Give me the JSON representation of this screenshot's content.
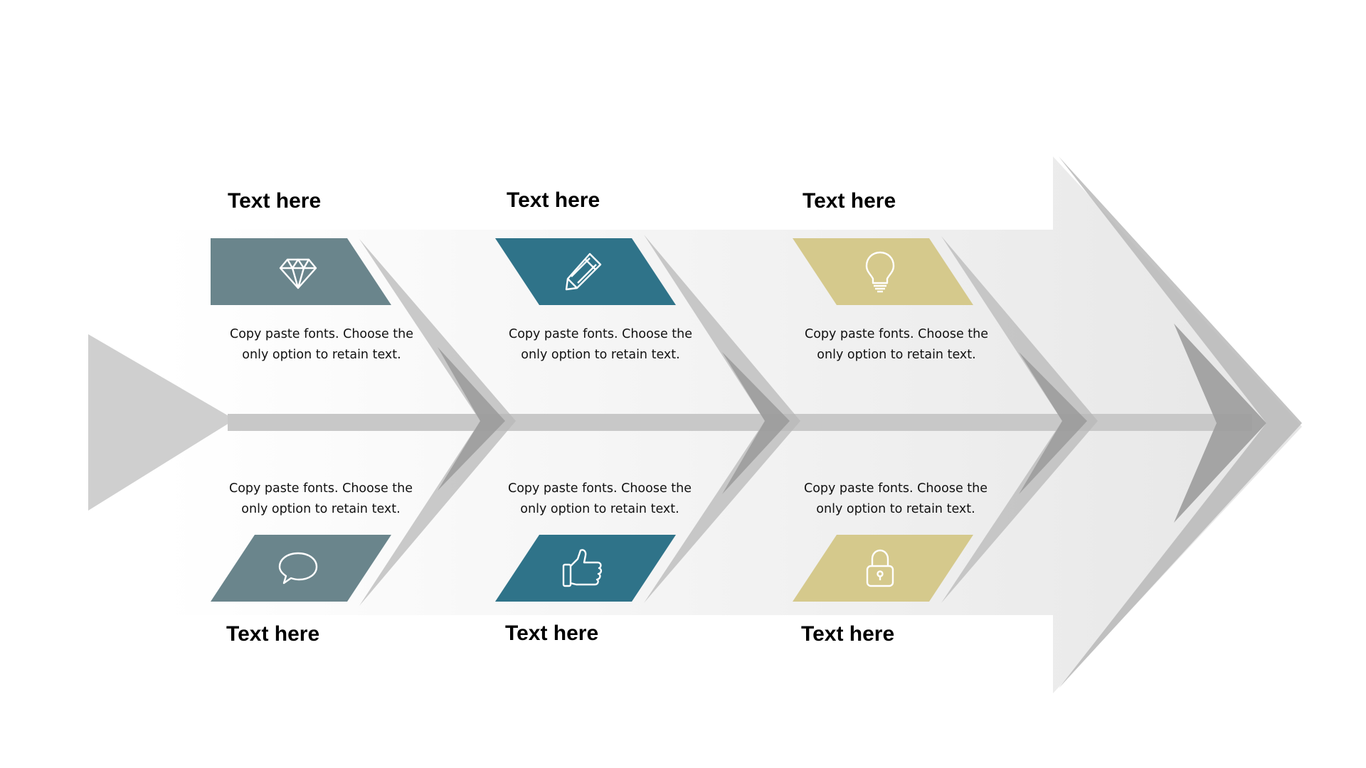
{
  "colors": {
    "slate": "#6a858c",
    "teal": "#2f7389",
    "khaki": "#d5c98c",
    "spine": "#c8c8c8",
    "chevron": "#a8a8a8",
    "band_start": "#ffffff",
    "band_end": "#e6e6e6"
  },
  "steps": [
    {
      "top": {
        "heading": "Text here",
        "desc_line1": "Copy paste fonts. Choose the",
        "desc_line2": "only option to retain text.",
        "icon": "diamond-icon",
        "color": "slate"
      },
      "bottom": {
        "heading": "Text here",
        "desc_line1": "Copy paste fonts. Choose the",
        "desc_line2": "only option to retain text.",
        "icon": "speech-bubble-icon",
        "color": "slate"
      }
    },
    {
      "top": {
        "heading": "Text here",
        "desc_line1": "Copy paste fonts. Choose the",
        "desc_line2": "only option to retain text.",
        "icon": "pencil-icon",
        "color": "teal"
      },
      "bottom": {
        "heading": "Text here",
        "desc_line1": "Copy paste fonts. Choose the",
        "desc_line2": "only option to retain text.",
        "icon": "thumbs-up-icon",
        "color": "teal"
      }
    },
    {
      "top": {
        "heading": "Text here",
        "desc_line1": "Copy paste fonts. Choose the",
        "desc_line2": "only option to retain text.",
        "icon": "lightbulb-icon",
        "color": "khaki"
      },
      "bottom": {
        "heading": "Text here",
        "desc_line1": "Copy paste fonts. Choose the",
        "desc_line2": "only option to retain text.",
        "icon": "padlock-icon",
        "color": "khaki"
      }
    }
  ]
}
